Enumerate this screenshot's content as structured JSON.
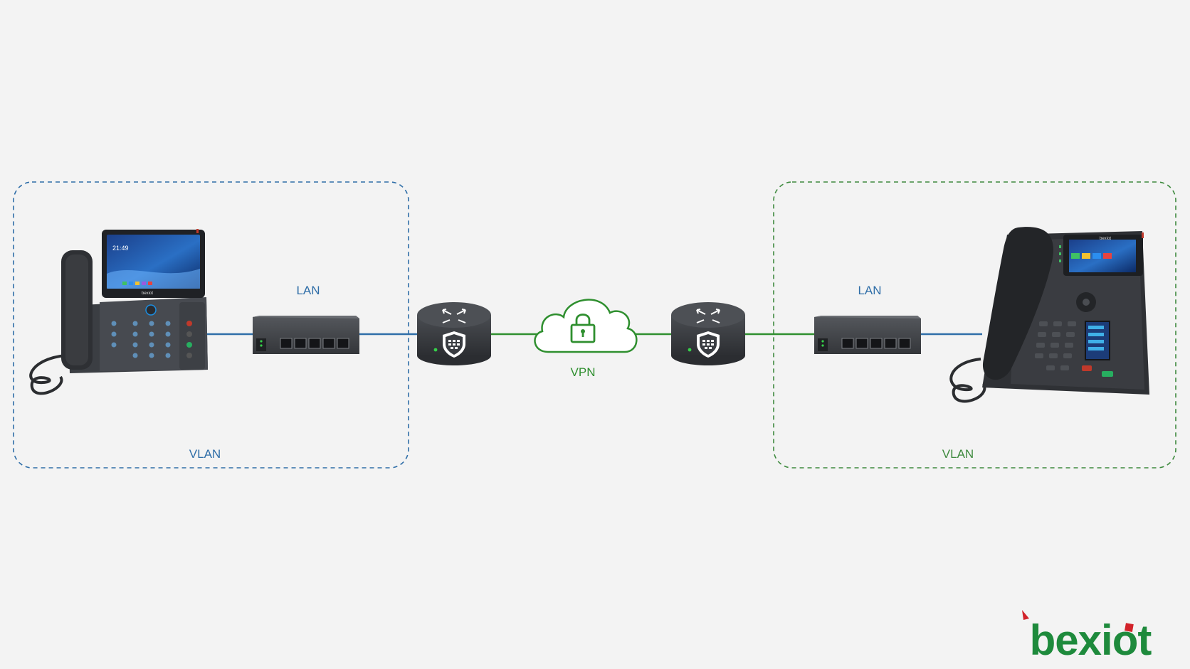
{
  "colors": {
    "background": "#f3f3f3",
    "vlan_left": "#2f6ea8",
    "vlan_right": "#3e8a3e",
    "link_blue": "#2f6ea8",
    "link_green": "#2f8f2f",
    "device_dark": "#3a3d42",
    "logo_green": "#1e8a3c",
    "logo_red": "#d2232a"
  },
  "labels": {
    "lan_left": "LAN",
    "lan_right": "LAN",
    "vpn": "VPN",
    "vlan_left": "VLAN",
    "vlan_right": "VLAN"
  },
  "left_phone": {
    "time": "21:49",
    "brand": "bexiot"
  },
  "right_phone": {
    "brand": "bexiot"
  },
  "logo": {
    "text": "bexiot"
  },
  "icons": {
    "router": "router-icon",
    "shield": "shield-icon",
    "cloud": "cloud-icon",
    "lock": "lock-icon",
    "switch": "switch-icon",
    "phone": "phone-icon"
  }
}
